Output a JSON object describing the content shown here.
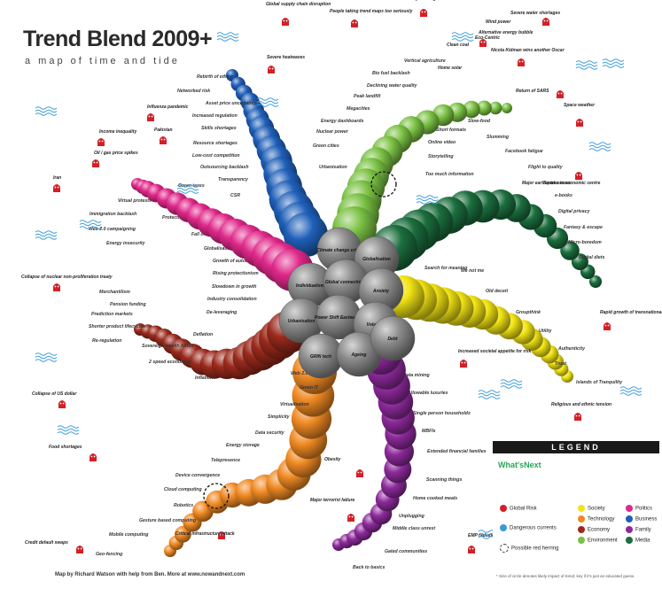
{
  "title": "Trend Blend 2009+",
  "subtitle": "a map of time and tide",
  "credit": "Map by Richard Watson with help from Ben. More at www.nowandnext.com",
  "core_labels": [
    "Climate change crisis",
    "Globalisation",
    "Individualism",
    "Global connectivity",
    "Anxiety",
    "Urbanisation",
    "Power Shift Eastwards",
    "Volatility",
    "GRIN tech",
    "Ageing",
    "Debt"
  ],
  "arms": [
    {
      "id": "business",
      "color": "#1f5fb8",
      "labels": [
        "Rebirth of ethics",
        "Networked risk",
        "Asset price uncertainty",
        "Increased regulation",
        "Skills shortages",
        "Resource shortages",
        "Low-cost competition",
        "Outsourcing backlash",
        "Transparency",
        "CSR"
      ]
    },
    {
      "id": "environment",
      "color": "#7ac143",
      "labels": [
        "Vertical agriculture",
        "Bio fuel backlash",
        "Declining water quality",
        "Peak landfill",
        "Megacities",
        "Energy dashboards",
        "Nuclear power",
        "Green cities",
        "Urbanisation"
      ]
    },
    {
      "id": "media",
      "color": "#1b6e3e",
      "labels": [
        "Slow-food",
        "Short formats",
        "Online video",
        "Storytelling",
        "Too much information",
        "Slumming",
        "Facebook fatigue",
        "Flight to quality",
        "Seriousness",
        "e-books",
        "Digital privacy",
        "Fantasy & escape",
        "Micro-boredom",
        "Digital diets"
      ]
    },
    {
      "id": "family",
      "color": "#f2e415",
      "labels": [
        "Search for meaning",
        "We not me",
        "Old deceit",
        "Groupthink",
        "Utility",
        "Authenticity",
        "Trust",
        "Islands of Tranquility"
      ]
    },
    {
      "id": "technology",
      "color": "#8e2a9c",
      "labels": [
        "Data mining",
        "Allowable luxuries",
        "Single person households",
        "MBFIs",
        "Extended financial families",
        "Scanning things",
        "Home cooked meals",
        "Unplugging",
        "Middle class unrest",
        "Gated communities",
        "Back to basics"
      ]
    },
    {
      "id": "society",
      "color": "#f08a24",
      "labels": [
        "Web 2.0",
        "Green IT",
        "Virtualisation",
        "Simplicity",
        "Data security",
        "Energy storage",
        "Telepresence",
        "Device convergence",
        "Cloud computing",
        "Robotics",
        "Gesture based computing",
        "Mobile computing",
        "Geo-fencing"
      ]
    },
    {
      "id": "economy",
      "color": "#9a2a1c",
      "labels": [
        "Deflation",
        "Sovereign wealth funds",
        "2 speed economies",
        "Inflation",
        "De-leveraging",
        "Industry consolidation",
        "Slowdown in growth",
        "Rising protectionism",
        "Growth of autocracy",
        "Globalisation in retreat",
        "Fall of US Empire",
        "Protectionism",
        "Merchantilism",
        "Pension funding",
        "Prediction markets",
        "Shorter product lifecycles",
        "Re-regulation"
      ]
    },
    {
      "id": "politics",
      "color": "#e0288a",
      "labels": [
        "Green taxes",
        "Virtual protests",
        "Immigration backlash",
        "Web 2.0 campaigning",
        "Energy insecurity"
      ]
    }
  ],
  "global_risks": [
    "Global supply chain disruption",
    "People taking trend maps too seriously",
    "Electricity shortages",
    "Severe water shortages",
    "Severe heatwaves",
    "Alternative energy bubble",
    "Return of SARS",
    "Space weather",
    "Major earthquake in economic centre",
    "Influenza pandemic",
    "Income inequality",
    "Pakistan",
    "Iran",
    "Oil / gas price spikes",
    "Collapse of nuclear non-proliferation treaty",
    "Collapse of US dollar",
    "Food shortages",
    "Credit default swaps",
    "Rapid growth of transnational crime",
    "Religious and ethnic tension",
    "Increased societal appetite for risk",
    "Obesity",
    "Major terrorist failure",
    "Critical infrastructure attack",
    "EMP radiation",
    "Nicola Kidman wins another Oscar",
    "Wind power",
    "Clean coal",
    "Home solar",
    "Eco-Centric"
  ],
  "legend": {
    "header": "LEGEND",
    "brand": "What'sNext",
    "items": [
      {
        "label": "Global Risk",
        "color": "#d32027"
      },
      {
        "label": "Dangerous currents",
        "color": "#3a9ad9"
      },
      {
        "label": "Possible red herring",
        "color": "#333333"
      },
      {
        "label": "Society",
        "color": "#f2e415"
      },
      {
        "label": "Technology",
        "color": "#f08a24"
      },
      {
        "label": "Economy",
        "color": "#9a2a1c"
      },
      {
        "label": "Environment",
        "color": "#7ac143"
      },
      {
        "label": "Politics",
        "color": "#e0288a"
      },
      {
        "label": "Business",
        "color": "#1f5fb8"
      },
      {
        "label": "Family",
        "color": "#8e2a9c"
      },
      {
        "label": "Media",
        "color": "#1b6e3e"
      }
    ],
    "note": "* Size of circle denotes likely impact of trend; key if it's just an educated guess."
  }
}
